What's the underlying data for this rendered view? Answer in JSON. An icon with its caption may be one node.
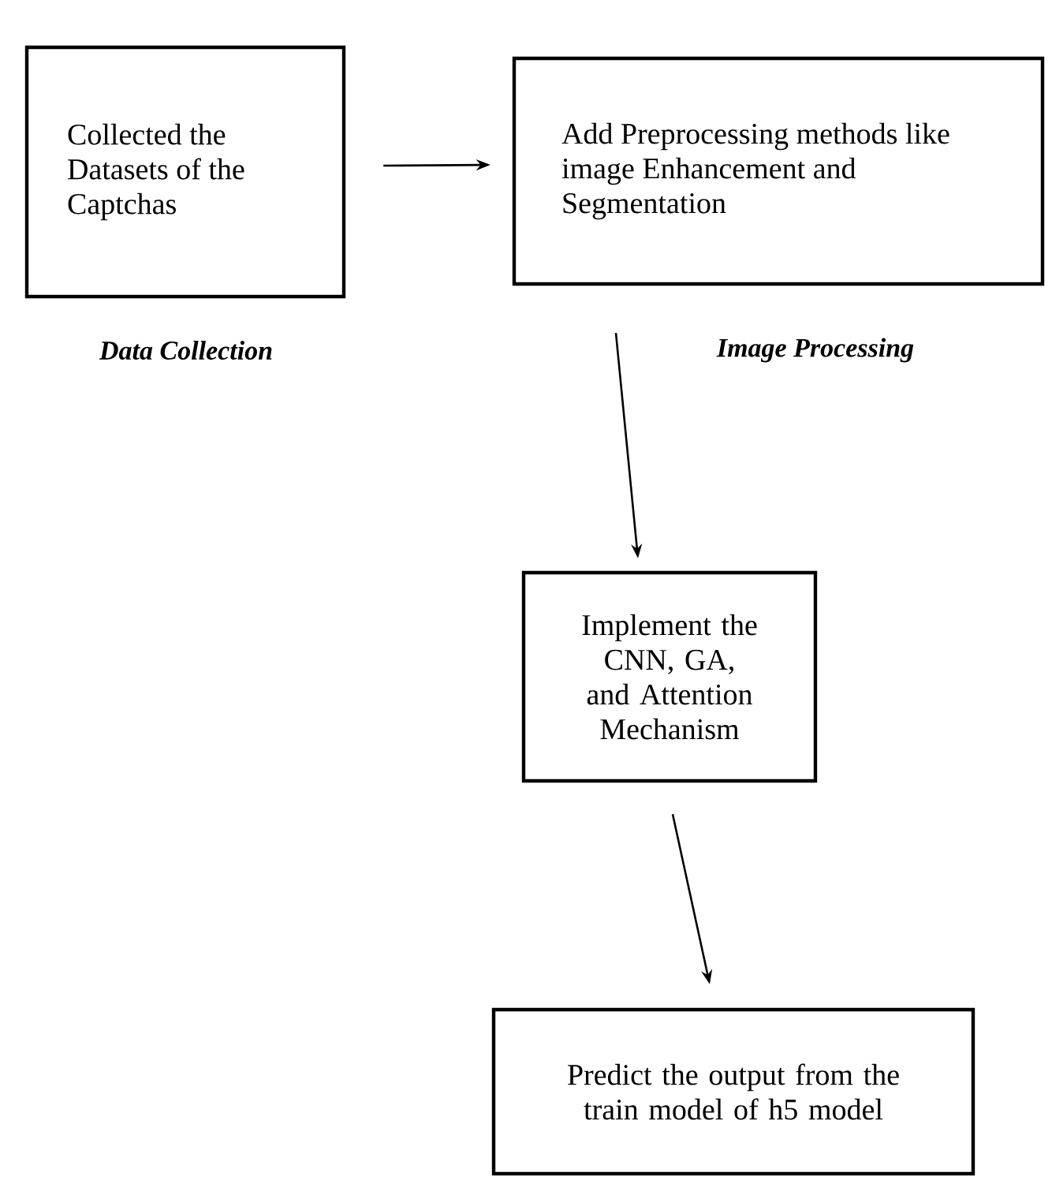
{
  "diagram": {
    "nodes": [
      {
        "text": [
          "Collected the Datasets of the Captchas"
        ],
        "beside": [
          "Data Collection"
        ]
      },
      {
        "text": [
          "Add Preprocessing methods like image Enhancement and Segmentation"
        ],
        "beside": [
          "Image Processing"
        ]
      },
      {
        "text": [
          "Implement the CNN, GA, and Attention Mechanism"
        ]
      },
      {
        "text": [
          "Predict the output from the train model of h5 model"
        ]
      }
    ],
    "edges": [
      {
        "from": 0,
        "to": 1,
        "arrow": "to"
      },
      {
        "from": 1,
        "to": 2,
        "arrow": "to"
      },
      {
        "from": 2,
        "to": 3,
        "arrow": "to"
      }
    ]
  }
}
